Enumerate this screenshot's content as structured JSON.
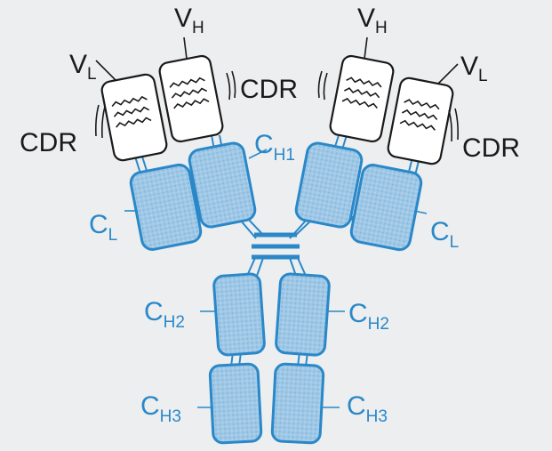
{
  "colors": {
    "background": "#eceef0",
    "constant_fill": "#9fc8e6",
    "constant_stroke": "#2a88c8",
    "constant_label": "#2a88c8",
    "variable_fill": "#ffffff",
    "variable_stroke": "#1a1a1a",
    "variable_label": "#1a1a1a"
  },
  "labels": {
    "vl": {
      "main": "V",
      "sub": "L"
    },
    "vh": {
      "main": "V",
      "sub": "H"
    },
    "cdr": "CDR",
    "cl": {
      "main": "C",
      "sub": "L"
    },
    "ch1": {
      "main": "C",
      "sub": "H1"
    },
    "ch2": {
      "main": "C",
      "sub": "H2"
    },
    "ch3": {
      "main": "C",
      "sub": "H3"
    }
  }
}
